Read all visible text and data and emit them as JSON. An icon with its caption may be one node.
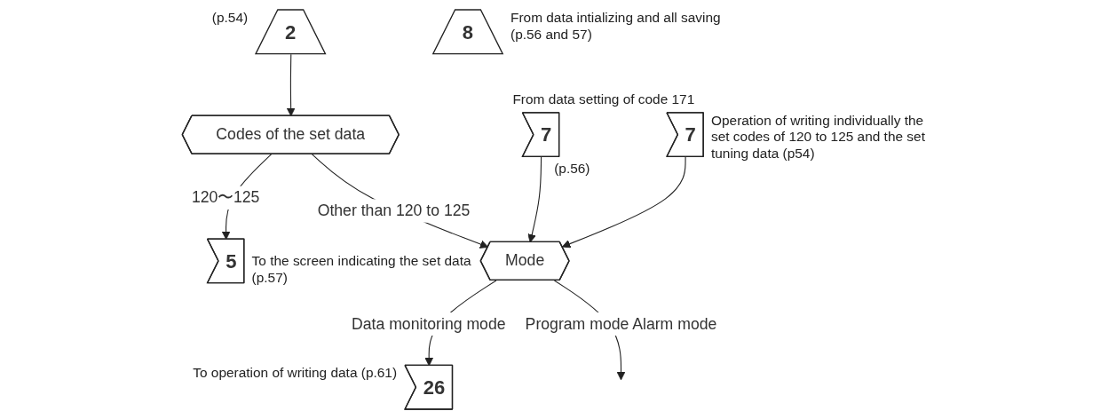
{
  "diagram": {
    "nodes": [
      {
        "text": [
          "2"
        ],
        "beside": [
          "(p.54)"
        ]
      },
      {
        "text": [
          "Codes of the set data"
        ]
      },
      {
        "text": [
          "5"
        ],
        "beside": [
          "To the screen indicating the set data (p.57)"
        ]
      },
      {
        "text": [
          "7"
        ],
        "beside": [
          "From data setting of code 171",
          "(p.56)"
        ]
      },
      {
        "text": [
          "7"
        ],
        "beside": [
          "Operation of writing individually the set codes of 120 to 125 and the set tuning data (p54)"
        ]
      },
      {
        "text": [
          "Mode"
        ]
      },
      {
        "text": [
          "26"
        ],
        "beside": [
          "To operation of writing data (p.61)"
        ]
      },
      {
        "text": [
          "8"
        ],
        "beside": [
          "From data intializing and all saving (p.56 and 57)"
        ]
      }
    ],
    "edges": [
      {
        "from": 0,
        "to": 1,
        "arrow": "to"
      },
      {
        "from": 1,
        "to": 2,
        "arrow": "to",
        "label": "120〜125"
      },
      {
        "from": 1,
        "to": 5,
        "arrow": "to",
        "label": "Other than 120 to 125"
      },
      {
        "from": 3,
        "to": 5,
        "arrow": "to"
      },
      {
        "from": 4,
        "to": 5,
        "arrow": "to"
      },
      {
        "from": 5,
        "to": 6,
        "arrow": "to",
        "label": "Data monitoring mode"
      },
      {
        "from": 5,
        "to": null,
        "arrow": "to",
        "label": "Program mode Alarm mode"
      }
    ]
  }
}
